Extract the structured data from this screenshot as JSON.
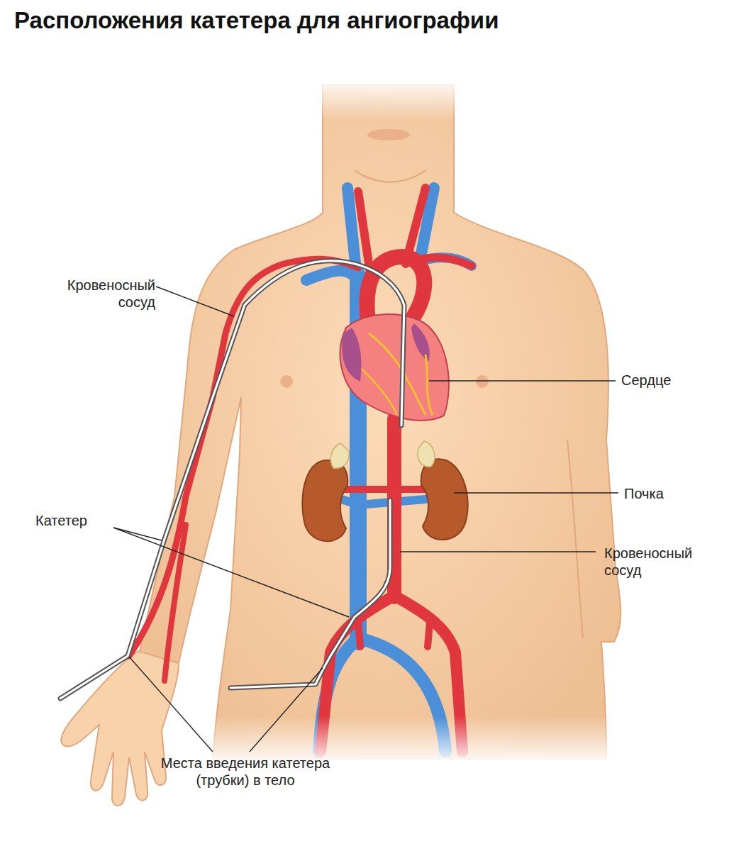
{
  "diagram": {
    "title": "Расположения катетера для ангиографии",
    "labels": [
      "Кровеносный сосуд",
      "Сердце",
      "Почка",
      "Катетер",
      "Кровеносный сосуд",
      "Места введения катетера (трубки) в тело"
    ]
  }
}
